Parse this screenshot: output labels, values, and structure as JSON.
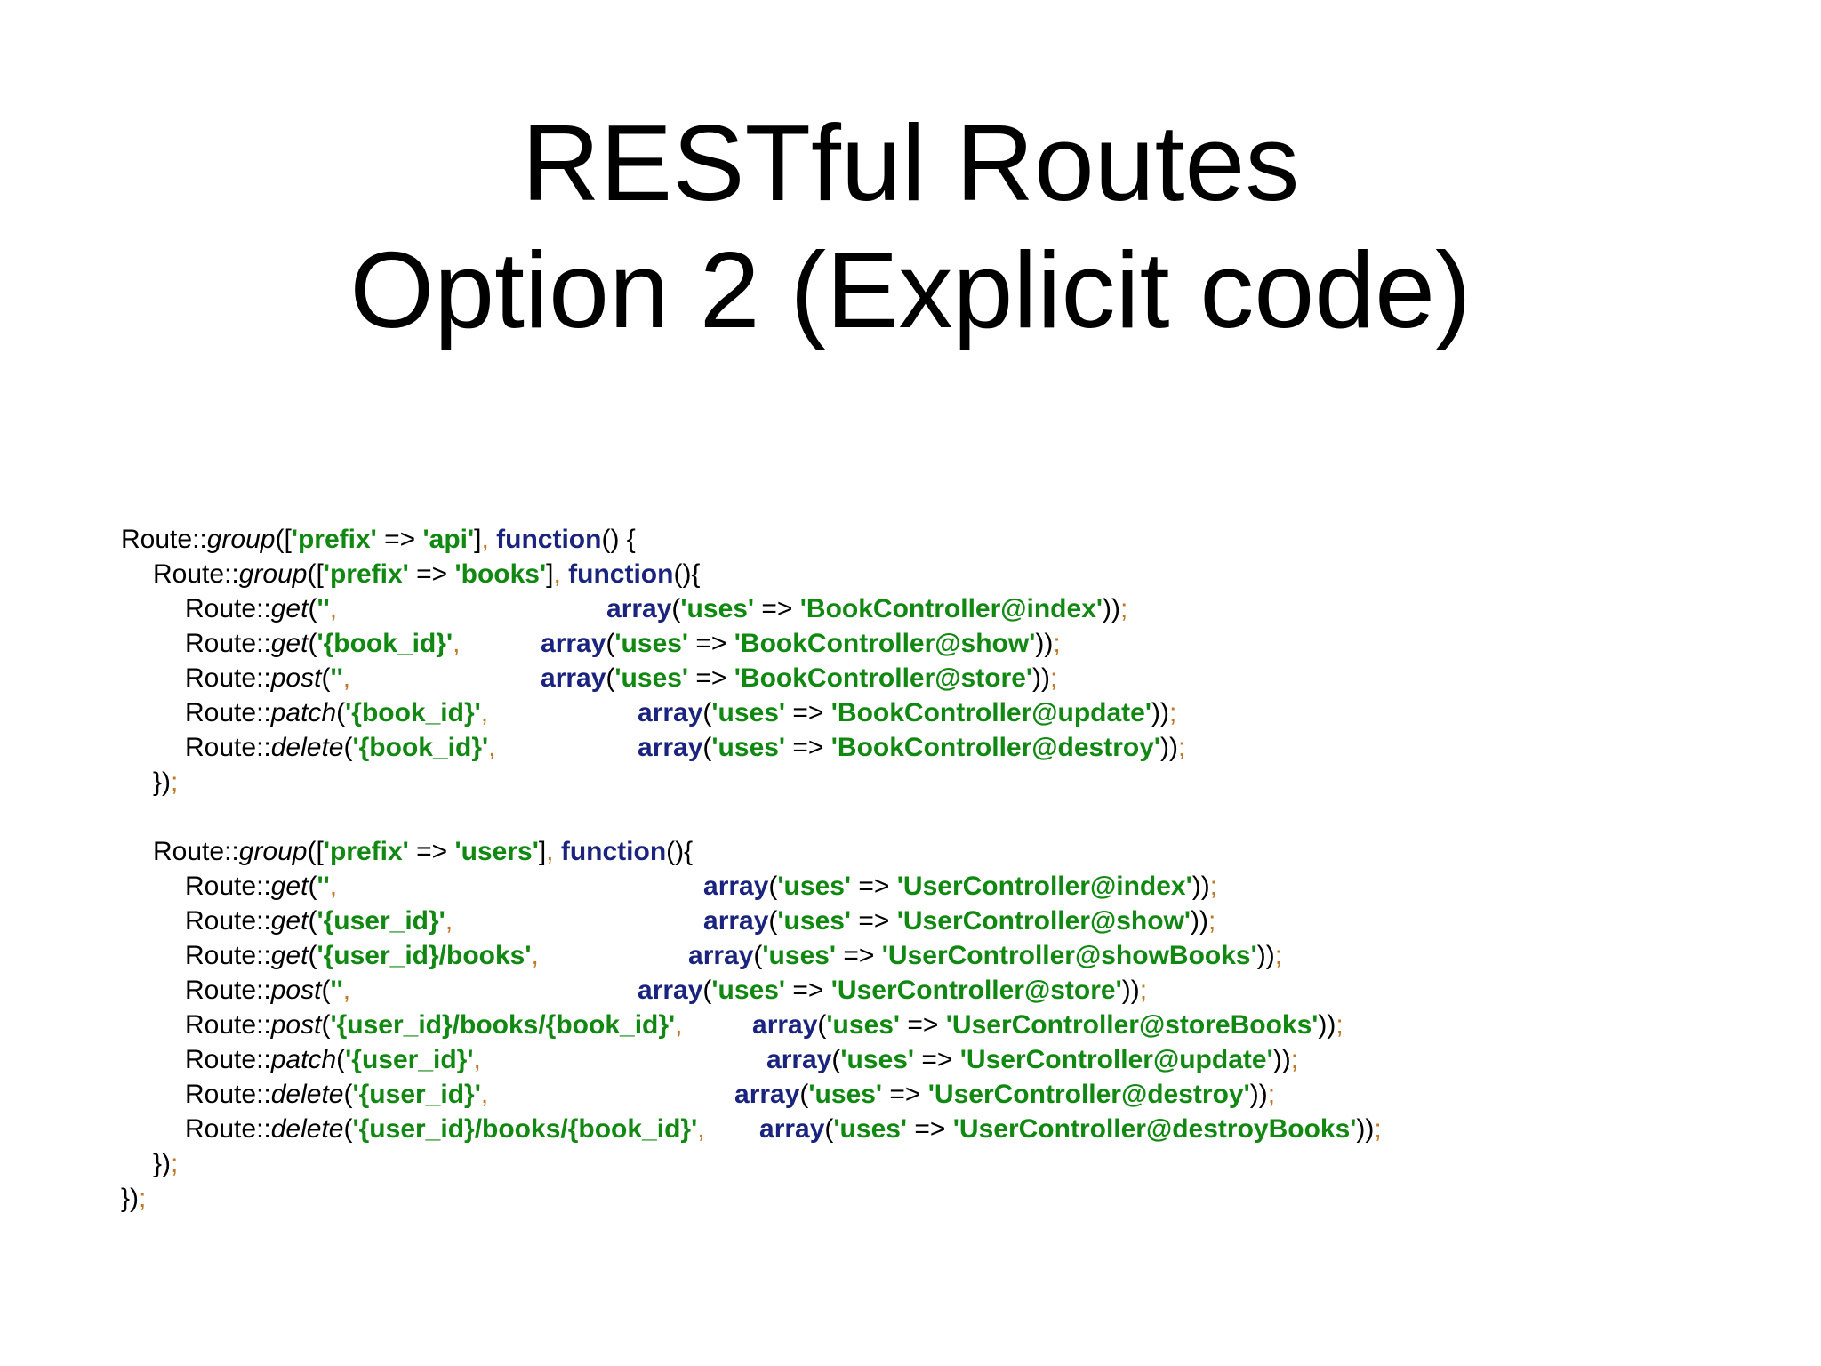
{
  "slide": {
    "title_line1": "RESTful Routes",
    "title_line2": "Option 2 (Explicit code)"
  },
  "code": {
    "l01": [
      "Route::",
      "group",
      "([",
      "'prefix'",
      " => ",
      "'api'",
      "]",
      ", ",
      "function",
      "() {"
    ],
    "l02": [
      "Route::",
      "group",
      "([",
      "'prefix'",
      " => ",
      "'books'",
      "]",
      ", ",
      "function",
      "(){"
    ],
    "l03": [
      "Route::",
      "get",
      "(",
      "''",
      ","
    ],
    "l03b": [
      "array",
      "(",
      "'uses'",
      " => ",
      "'BookController@index'",
      "))",
      ";"
    ],
    "l04": [
      "Route::",
      "get",
      "(",
      "'{book_id}'",
      ","
    ],
    "l04b": [
      "array",
      "(",
      "'uses'",
      " => ",
      "'BookController@show'",
      "))",
      ";"
    ],
    "l05": [
      "Route::",
      "post",
      "(",
      "''",
      ","
    ],
    "l05b": [
      "array",
      "(",
      "'uses'",
      " => ",
      "'BookController@store'",
      "))",
      ";"
    ],
    "l06": [
      "Route::",
      "patch",
      "(",
      "'{book_id}'",
      ","
    ],
    "l06b": [
      "array",
      "(",
      "'uses'",
      " => ",
      "'BookController@update'",
      "))",
      ";"
    ],
    "l07": [
      "Route::",
      "delete",
      "(",
      "'{book_id}'",
      ","
    ],
    "l07b": [
      "array",
      "(",
      "'uses'",
      " => ",
      "'BookController@destroy'",
      "))",
      ";"
    ],
    "l08": [
      "})",
      ";"
    ],
    "l09": [
      "Route::",
      "group",
      "([",
      "'prefix'",
      " => ",
      "'users'",
      "]",
      ", ",
      "function",
      "(){"
    ],
    "l10": [
      "Route::",
      "get",
      "(",
      "''",
      ","
    ],
    "l10b": [
      "array",
      "(",
      "'uses'",
      " => ",
      "'UserController@index'",
      "))",
      ";"
    ],
    "l11": [
      "Route::",
      "get",
      "(",
      "'{user_id}'",
      ","
    ],
    "l11b": [
      "array",
      "(",
      "'uses'",
      " => ",
      "'UserController@show'",
      "))",
      ";"
    ],
    "l12": [
      "Route::",
      "get",
      "(",
      "'{user_id}/books'",
      ","
    ],
    "l12b": [
      "array",
      "(",
      "'uses'",
      " => ",
      "'UserController@showBooks'",
      "))",
      ";"
    ],
    "l13": [
      "Route::",
      "post",
      "(",
      "''",
      ","
    ],
    "l13b": [
      "array",
      "(",
      "'uses'",
      " => ",
      "'UserController@store'",
      "))",
      ";"
    ],
    "l14": [
      "Route::",
      "post",
      "(",
      "'{user_id}/books/{book_id}'",
      ","
    ],
    "l14b": [
      "array",
      "(",
      "'uses'",
      " => ",
      "'UserController@storeBooks'",
      "))",
      ";"
    ],
    "l15": [
      "Route::",
      "patch",
      "(",
      "'{user_id}'",
      ","
    ],
    "l15b": [
      "array",
      "(",
      "'uses'",
      " => ",
      "'UserController@update'",
      "))",
      ";"
    ],
    "l16": [
      "Route::",
      "delete",
      "(",
      "'{user_id}'",
      ","
    ],
    "l16b": [
      "array",
      "(",
      "'uses'",
      " => ",
      "'UserController@destroy'",
      "))",
      ";"
    ],
    "l17": [
      "Route::",
      "delete",
      "(",
      "'{user_id}/books/{book_id}'",
      ","
    ],
    "l17b": [
      "array",
      "(",
      "'uses'",
      " => ",
      "'UserController@destroyBooks'",
      "))",
      ";"
    ],
    "l18": [
      "})",
      ";"
    ],
    "l19": [
      "})",
      ";"
    ]
  },
  "colors": {
    "string": "#118811",
    "keyword": "#1a237e",
    "punctuation": "#c07828",
    "text": "#000000"
  }
}
